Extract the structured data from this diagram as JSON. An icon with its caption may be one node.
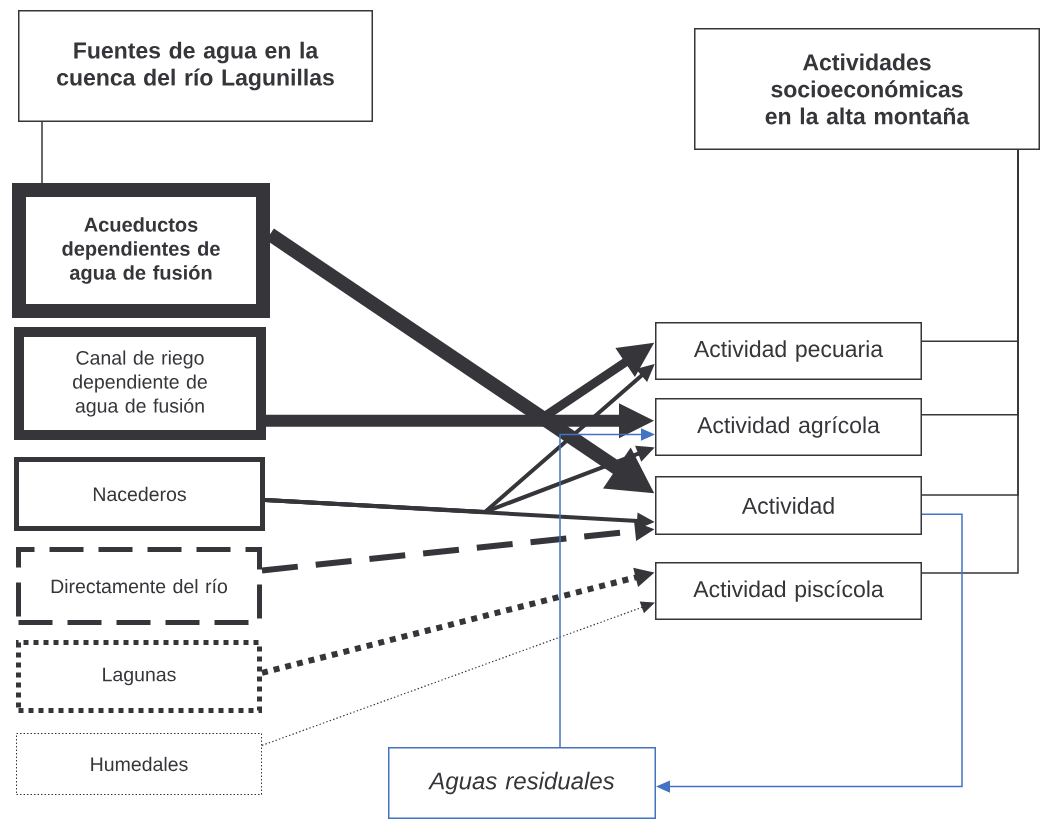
{
  "diagram": {
    "nodes": [
      {
        "text": [
          "Fuentes de agua en la cuenca del río Lagunillas"
        ]
      },
      {
        "text": [
          "Actividades socioeconómicas en la alta montaña"
        ]
      },
      {
        "text": [
          "Acueductos dependientes de agua de fusión"
        ]
      },
      {
        "text": [
          "Canal de riego dependiente de agua de fusión"
        ]
      },
      {
        "text": [
          "Nacederos"
        ]
      },
      {
        "text": [
          "Directamente del río"
        ]
      },
      {
        "text": [
          "Lagunas"
        ]
      },
      {
        "text": [
          "Humedales"
        ]
      },
      {
        "text": [
          "Actividad pecuaria"
        ]
      },
      {
        "text": [
          "Actividad agrícola"
        ]
      },
      {
        "text": [
          "Actividad"
        ]
      },
      {
        "text": [
          "Actividad piscícola"
        ]
      },
      {
        "text": [
          "Aguas residuales"
        ]
      }
    ],
    "edges": [
      {
        "from": 0,
        "to": 2,
        "arrow": "none"
      },
      {
        "from": 1,
        "to": 8,
        "arrow": "none"
      },
      {
        "from": 1,
        "to": 9,
        "arrow": "none"
      },
      {
        "from": 1,
        "to": 10,
        "arrow": "none"
      },
      {
        "from": 1,
        "to": 11,
        "arrow": "none"
      },
      {
        "from": 2,
        "to": 10,
        "arrow": "to",
        "style": "thick"
      },
      {
        "from": 3,
        "to": 8,
        "arrow": "to",
        "style": "thick"
      },
      {
        "from": 3,
        "to": 9,
        "arrow": "to",
        "style": "thick"
      },
      {
        "from": 4,
        "to": 8,
        "arrow": "to",
        "style": "thick"
      },
      {
        "from": 4,
        "to": 9,
        "arrow": "to",
        "style": "thick"
      },
      {
        "from": 4,
        "to": 10,
        "arrow": "to",
        "style": "thick"
      },
      {
        "from": 5,
        "to": 10,
        "arrow": "to",
        "style": "dashed"
      },
      {
        "from": 6,
        "to": 11,
        "arrow": "to",
        "style": "dashed"
      },
      {
        "from": 7,
        "to": 11,
        "arrow": "to",
        "style": "dashed"
      },
      {
        "from": 10,
        "to": 12,
        "arrow": "to",
        "color": "#4472c4"
      },
      {
        "from": 12,
        "to": 9,
        "arrow": "to",
        "color": "#4472c4"
      }
    ]
  }
}
